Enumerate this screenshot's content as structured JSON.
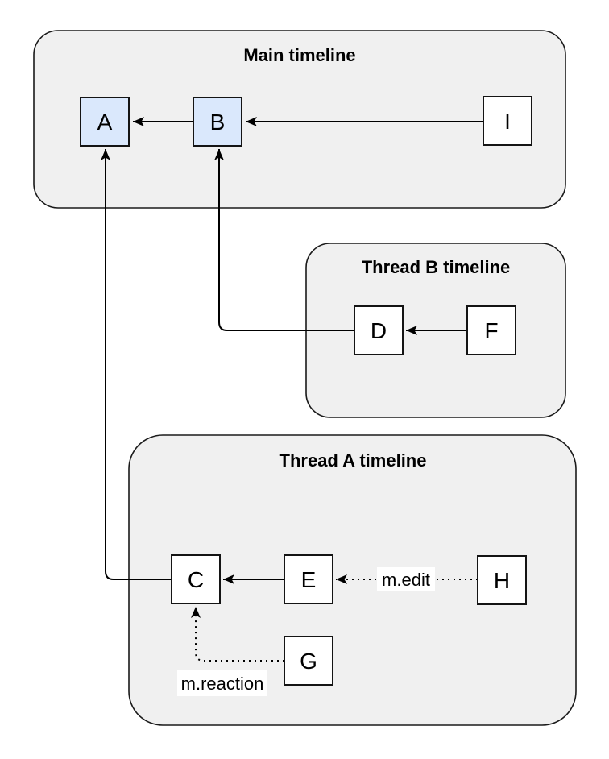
{
  "diagram": {
    "type": "event-timeline-graph",
    "containers": [
      {
        "id": "main-timeline",
        "title": "Main timeline"
      },
      {
        "id": "thread-b-timeline",
        "title": "Thread B timeline"
      },
      {
        "id": "thread-a-timeline",
        "title": "Thread A timeline"
      }
    ],
    "nodes": [
      {
        "id": "A",
        "label": "A",
        "container": "main-timeline",
        "highlighted": true
      },
      {
        "id": "B",
        "label": "B",
        "container": "main-timeline",
        "highlighted": true
      },
      {
        "id": "I",
        "label": "I",
        "container": "main-timeline",
        "highlighted": false
      },
      {
        "id": "D",
        "label": "D",
        "container": "thread-b-timeline",
        "highlighted": false
      },
      {
        "id": "F",
        "label": "F",
        "container": "thread-b-timeline",
        "highlighted": false
      },
      {
        "id": "C",
        "label": "C",
        "container": "thread-a-timeline",
        "highlighted": false
      },
      {
        "id": "E",
        "label": "E",
        "container": "thread-a-timeline",
        "highlighted": false
      },
      {
        "id": "H",
        "label": "H",
        "container": "thread-a-timeline",
        "highlighted": false
      },
      {
        "id": "G",
        "label": "G",
        "container": "thread-a-timeline",
        "highlighted": false
      }
    ],
    "edges": [
      {
        "from": "B",
        "to": "A",
        "style": "solid",
        "label": ""
      },
      {
        "from": "I",
        "to": "B",
        "style": "solid",
        "label": ""
      },
      {
        "from": "F",
        "to": "D",
        "style": "solid",
        "label": ""
      },
      {
        "from": "D",
        "to": "B",
        "style": "solid",
        "label": ""
      },
      {
        "from": "E",
        "to": "C",
        "style": "solid",
        "label": ""
      },
      {
        "from": "C",
        "to": "A",
        "style": "solid",
        "label": ""
      },
      {
        "from": "H",
        "to": "E",
        "style": "dotted",
        "label": "m.edit"
      },
      {
        "from": "G",
        "to": "C",
        "style": "dotted",
        "label": "m.reaction"
      }
    ]
  },
  "colors": {
    "background": "#ffffff",
    "container_fill": "#f0f0f0",
    "container_border": "#1a1a1a",
    "node_fill": "#ffffff",
    "node_highlight_fill": "#dae8fc",
    "node_border": "#141414",
    "edge_color": "#000000",
    "label_bg": "#ffffff",
    "text_color": "#000000"
  }
}
